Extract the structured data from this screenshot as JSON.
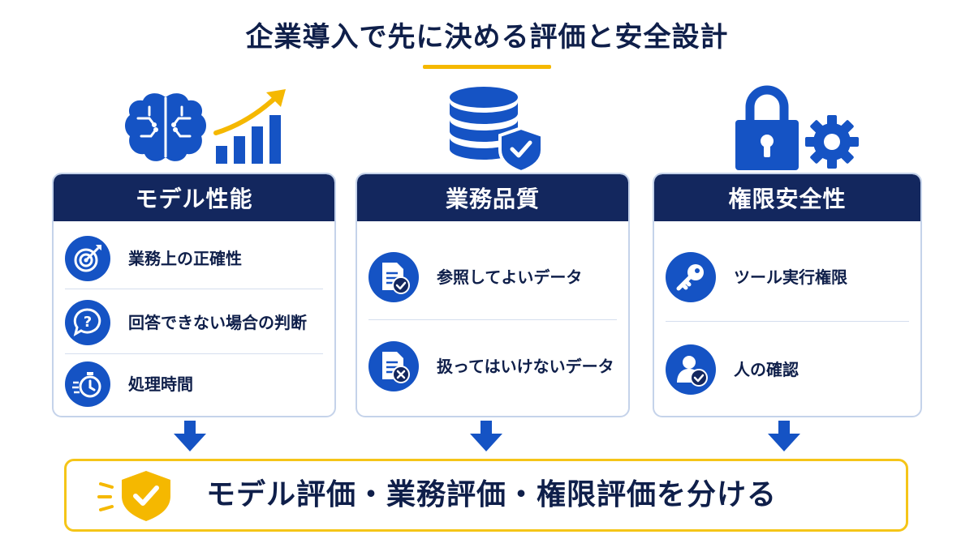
{
  "title": "企業導入で先に決める評価と安全設計",
  "colors": {
    "navy": "#13275e",
    "blue": "#1553c4",
    "accent_yellow": "#f5b800",
    "card_border": "#c5d3ea"
  },
  "columns": [
    {
      "header": "モデル性能",
      "top_icons": [
        "brain-icon",
        "rising-bar-chart-icon"
      ],
      "items": [
        {
          "label": "業務上の正確性",
          "icon": "target-icon"
        },
        {
          "label": "回答できない場合の判断",
          "icon": "question-bubble-icon"
        },
        {
          "label": "処理時間",
          "icon": "stopwatch-icon"
        }
      ]
    },
    {
      "header": "業務品質",
      "top_icons": [
        "database-shield-icon"
      ],
      "items": [
        {
          "label": "参照してよいデータ",
          "icon": "document-check-icon"
        },
        {
          "label": "扱ってはいけないデータ",
          "icon": "document-x-icon"
        }
      ]
    },
    {
      "header": "権限安全性",
      "top_icons": [
        "lock-icon",
        "gear-icon"
      ],
      "items": [
        {
          "label": "ツール実行権限",
          "icon": "key-icon"
        },
        {
          "label": "人の確認",
          "icon": "person-check-icon"
        }
      ]
    }
  ],
  "banner": {
    "text": "モデル評価・業務評価・権限評価を分ける",
    "icon": "shield-check-icon"
  }
}
